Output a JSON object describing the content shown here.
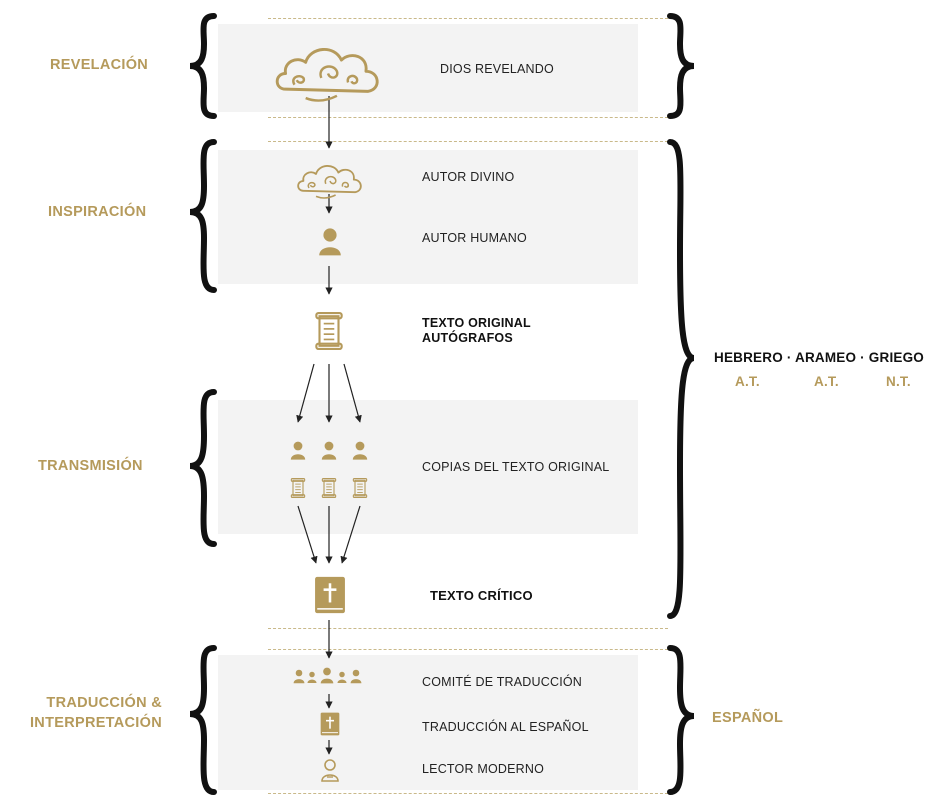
{
  "stages": {
    "revelacion": "REVELACIÓN",
    "inspiracion": "INSPIRACIÓN",
    "transmision": "TRANSMISIÓN",
    "traduccion_line1": "TRADUCCIÓN &",
    "traduccion_line2": "INTERPRETACIÓN"
  },
  "items": {
    "dios_revelando": "DIOS REVELANDO",
    "autor_divino": "AUTOR DIVINO",
    "autor_humano": "AUTOR HUMANO",
    "texto_original_line1": "TEXTO ORIGINAL",
    "texto_original_line2": "AUTÓGRAFOS",
    "copias": "COPIAS DEL TEXTO ORIGINAL",
    "texto_critico": "TEXTO CRÍTICO",
    "comite": "COMITÉ DE TRADUCCIÓN",
    "traduccion_espanol": "TRADUCCIÓN AL ESPAÑOL",
    "lector": "LECTOR MODERNO"
  },
  "languages": {
    "header": "HEBRERO · ARAMEO · GRIEGO",
    "sub1": "A.T.",
    "sub2": "A.T.",
    "sub3": "N.T."
  },
  "target_language": "ESPAÑOL",
  "colors": {
    "accent": "#b59a5b",
    "band": "#f3f3f3",
    "dash": "#c9b98a",
    "text": "#222222"
  },
  "icons": [
    "cloud-icon",
    "person-icon",
    "scroll-icon",
    "bible-icon",
    "reader-icon"
  ]
}
